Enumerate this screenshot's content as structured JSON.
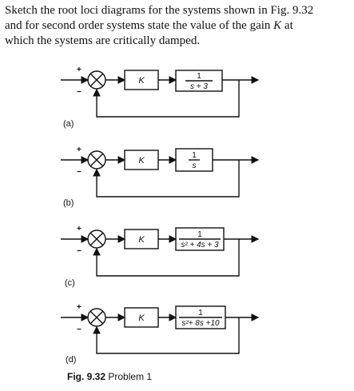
{
  "problem_text": {
    "line1": "Sketch the root loci diagrams for the systems shown in Fig. 9.32",
    "line2_pre": "and for second order systems state the value of the gain ",
    "line2_var": "K",
    "line2_post": " at",
    "line3": "which the systems are critically damped."
  },
  "diagrams": [
    {
      "id": "a",
      "label": "(a)",
      "plus": "+",
      "minus": "−",
      "gain": "K",
      "tf_num": "1",
      "tf_den": "s + 3"
    },
    {
      "id": "b",
      "label": "(b)",
      "plus": "+",
      "minus": "−",
      "gain": "K",
      "tf_num": "1",
      "tf_den": "s"
    },
    {
      "id": "c",
      "label": "(c)",
      "plus": "+",
      "minus": "−",
      "gain": "K",
      "tf_num": "1",
      "tf_den": "s² + 4s + 3"
    },
    {
      "id": "d",
      "label": "(d)",
      "plus": "+",
      "minus": "−",
      "gain": "K",
      "tf_num": "1",
      "tf_den": "s²+ 8s +10"
    }
  ],
  "caption": {
    "fig": "Fig. 9.32",
    "text": "Problem 1"
  }
}
